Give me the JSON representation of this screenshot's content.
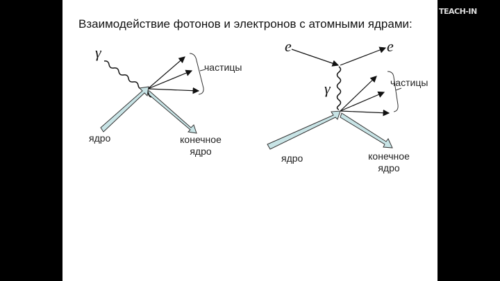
{
  "title": "Взаимодействие фотонов и электронов с атомными ядрами:",
  "logo": "TEACH-IN",
  "left_diagram": {
    "incoming": "γ",
    "particles": "частицы",
    "nucleus": "ядро",
    "final_nucleus_line1": "конечное",
    "final_nucleus_line2": "ядро"
  },
  "right_diagram": {
    "electron_in": "e",
    "electron_out": "e",
    "photon": "γ",
    "particles": "частицы",
    "nucleus": "ядро",
    "final_nucleus_line1": "конечное",
    "final_nucleus_line2": "ядро"
  }
}
